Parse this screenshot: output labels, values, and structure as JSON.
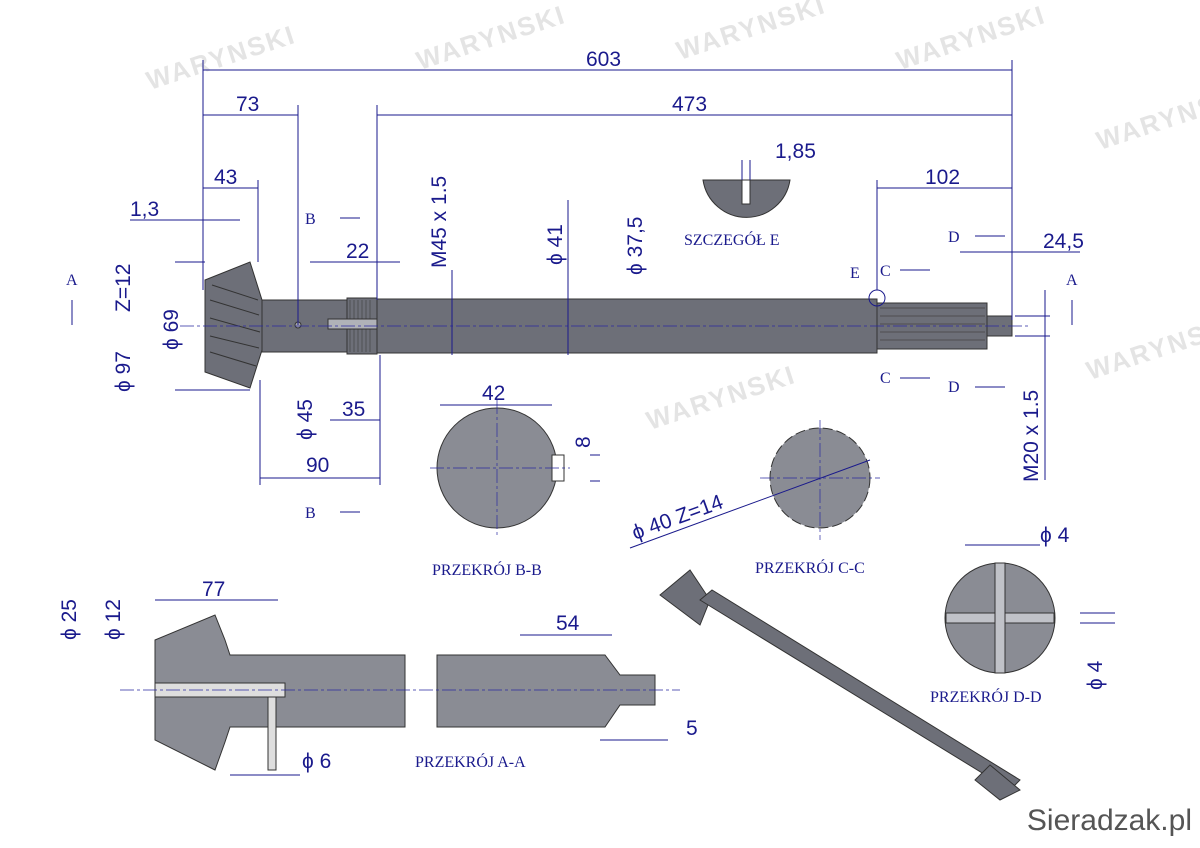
{
  "watermark": "WARYNSKI",
  "brand": "Sieradzak.pl",
  "dimensions": {
    "total_length": "603",
    "shaft_length": "473",
    "d73": "73",
    "d43": "43",
    "d1_3": "1,3",
    "d1_85": "1,85",
    "d102": "102",
    "d24_5": "24,5",
    "d22": "22",
    "thread_m45": "M45 x 1.5",
    "dia41": "ϕ 41",
    "dia37_5": "ϕ 37,5",
    "z12": "Z=12",
    "dia69": "ϕ 69",
    "dia97": "ϕ 97",
    "dia45": "ϕ 45",
    "d35": "35",
    "d90": "90",
    "thread_m20": "M20 x 1.5",
    "d42": "42",
    "d8": "8",
    "spline": "ϕ 40  Z=14",
    "dia4_top": "ϕ 4",
    "dia4_side": "ϕ 4",
    "dia25": "ϕ 25",
    "dia12": "ϕ 12",
    "d77": "77",
    "d54": "54",
    "d5": "5",
    "dia6": "ϕ 6"
  },
  "markers": {
    "a": "A",
    "b": "B",
    "c": "C",
    "d": "D",
    "e": "E"
  },
  "labels": {
    "detail_e": "SZCZEGÓŁ E",
    "section_bb": "PRZEKRÓJ B-B",
    "section_cc": "PRZEKRÓJ C-C",
    "section_aa": "PRZEKRÓJ A-A",
    "section_dd": "PRZEKRÓJ D-D"
  }
}
